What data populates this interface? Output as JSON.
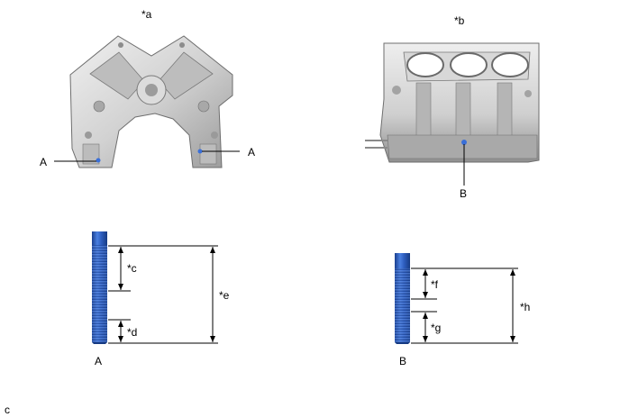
{
  "labels": {
    "top_left_title": "*a",
    "top_right_title": "*b",
    "pointer_a_left": "A",
    "pointer_a_right": "A",
    "pointer_b": "B",
    "dim_c": "*c",
    "dim_d": "*d",
    "dim_e": "*e",
    "dim_f": "*f",
    "dim_g": "*g",
    "dim_h": "*h",
    "stud_a_caption": "A",
    "stud_b_caption": "B",
    "corner_code": "c"
  },
  "colors": {
    "stud_blue": "#2f5fc0",
    "stud_dark": "#1a3f8f",
    "block_light": "#e4e4e4",
    "block_mid": "#c2c2c2",
    "block_dark": "#7d7d7d",
    "marker": "#3a6fd8"
  },
  "icons": {
    "engine_block_front": "engine-block-front-view",
    "engine_block_side": "engine-block-side-view",
    "stud_bolt_long": "stud-bolt-long",
    "stud_bolt_short": "stud-bolt-short"
  }
}
